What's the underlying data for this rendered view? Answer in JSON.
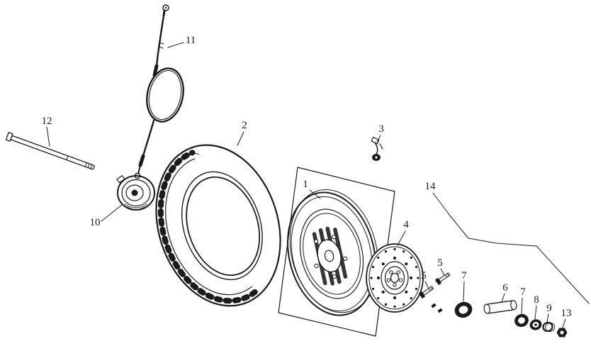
{
  "diagram": {
    "background": "#ffffff",
    "line_color": "#1b1b1b",
    "labels": {
      "n1": "1",
      "n2": "2",
      "n3": "3",
      "n4": "4",
      "n5a": "5",
      "n5b": "5",
      "n6": "6",
      "n7a": "7",
      "n7b": "7",
      "n8": "8",
      "n9": "9",
      "n10": "10",
      "n11": "11",
      "n12": "12",
      "n13": "13",
      "n14": "14"
    }
  }
}
